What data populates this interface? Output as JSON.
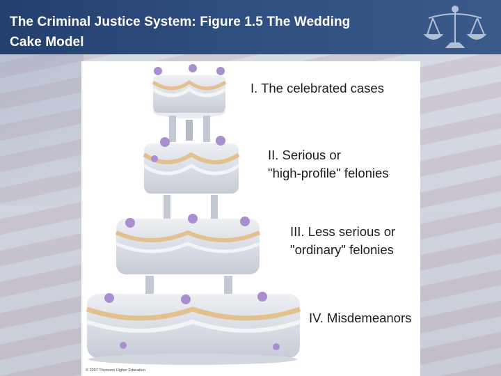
{
  "slide": {
    "title": "The Criminal Justice System: Figure 1.5 The Wedding\n Cake Model"
  },
  "figure": {
    "tiers": [
      {
        "label": "I. The celebrated cases"
      },
      {
        "label": "II. Serious or\n\"high-profile\" felonies"
      },
      {
        "label": "III. Less serious or\n\"ordinary\" felonies"
      },
      {
        "label": "IV. Misdemeanors"
      }
    ],
    "copyright": "© 2007 Thomson Higher Education"
  },
  "colors": {
    "title_bar": "#2e4e80",
    "icing": "#d7dbe3",
    "trim": "#e2c18e",
    "flowers": "#a98ed0",
    "label_text": "#1c1c1c"
  },
  "icons": {
    "header_logo": "scales-of-justice-icon"
  }
}
